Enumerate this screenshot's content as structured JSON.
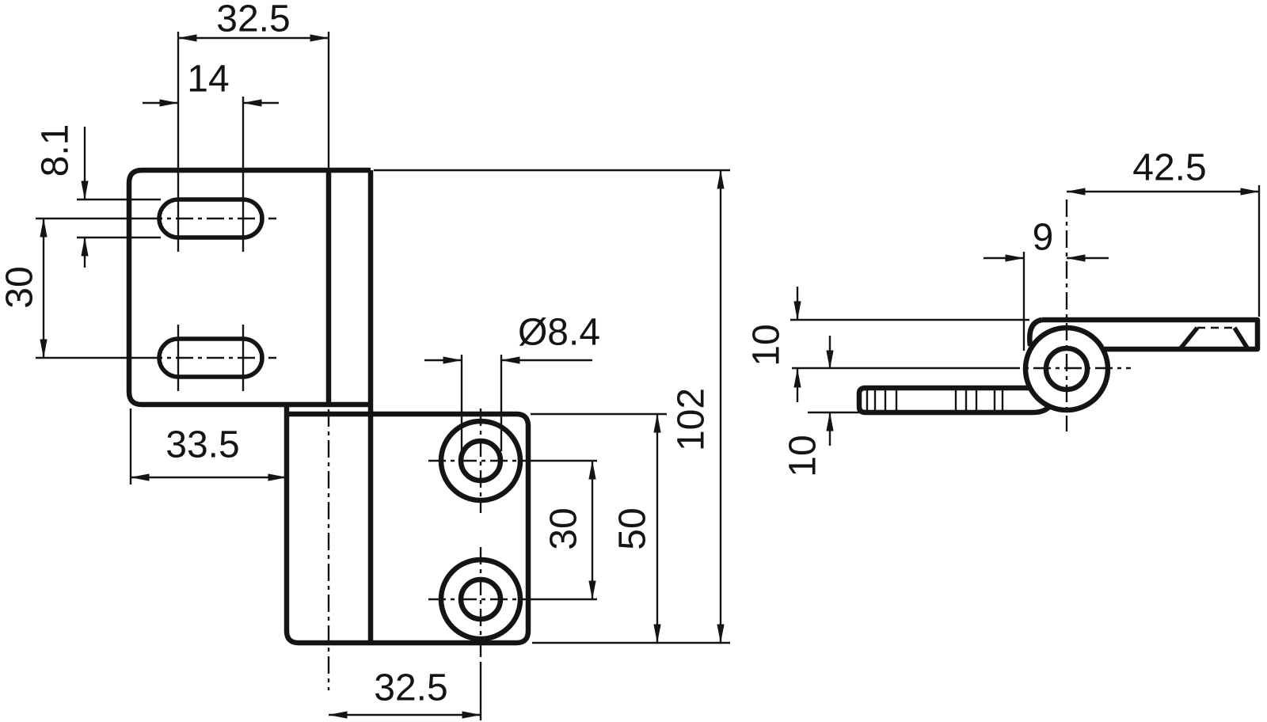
{
  "drawing": {
    "kind": "technical-drawing",
    "part": "offset cabinet hinge",
    "background": "#ffffff",
    "line_color": "#141414",
    "views": {
      "front": "front-view",
      "side": "side-profile-view"
    }
  },
  "dimensions": {
    "front": {
      "slot_center_to_axis": "32.5",
      "slot_pair_spacing": "14",
      "slot_width": "8.1",
      "slot_vertical_spacing": "30",
      "upper_leaf_width": "33.5",
      "hole_diameter": "Ø8.4",
      "hole_vertical_spacing": "30",
      "lower_leaf_height": "50",
      "overall_height": "102",
      "axis_to_hole_center": "32.5"
    },
    "side": {
      "leaf_length": "42.5",
      "knuckle_radius": "9",
      "top_face_to_axis": "10",
      "axis_to_bottom_face": "10"
    }
  }
}
